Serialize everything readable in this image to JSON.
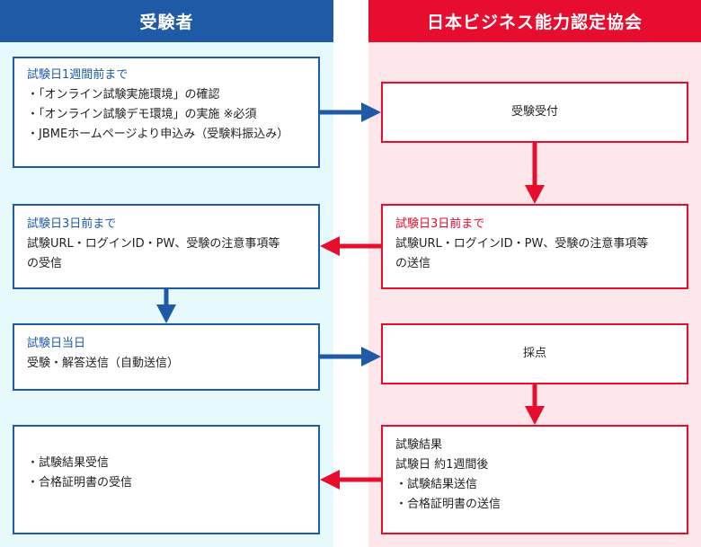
{
  "headers": {
    "left": "受験者",
    "right": "日本ビジネス能力認定協会"
  },
  "left_boxes": {
    "b1": {
      "title": "試験日1週間前まで",
      "lines": [
        "・「オンライン試験実施環境」の確認",
        "・「オンライン試験デモ環境」の実施 ※必須",
        "・JBMEホームページより申込み（受験料振込み）"
      ]
    },
    "b2": {
      "title": "試験日3日前まで",
      "lines": [
        "試験URL・ログインID・PW、受験の注意事項等",
        "の受信"
      ]
    },
    "b3": {
      "title": "試験日当日",
      "lines": [
        "受験・解答送信（自動送信）"
      ]
    },
    "b4": {
      "lines": [
        "・試験結果受信",
        "・合格証明書の受信"
      ]
    }
  },
  "right_boxes": {
    "r1": {
      "label": "受験受付"
    },
    "r2": {
      "title": "試験日3日前まで",
      "lines": [
        "試験URL・ログインID・PW、受験の注意事項等",
        "の送信"
      ]
    },
    "r3": {
      "label": "採点"
    },
    "r4": {
      "lines": [
        "試験結果",
        "試験日 約1週間後",
        "・試験結果送信",
        "・合格証明書の送信"
      ]
    }
  },
  "colors": {
    "blue": "#1f5aa6",
    "red": "#e60d2e",
    "left_bg": "#e6f9fc",
    "right_bg": "#fde6ea"
  }
}
